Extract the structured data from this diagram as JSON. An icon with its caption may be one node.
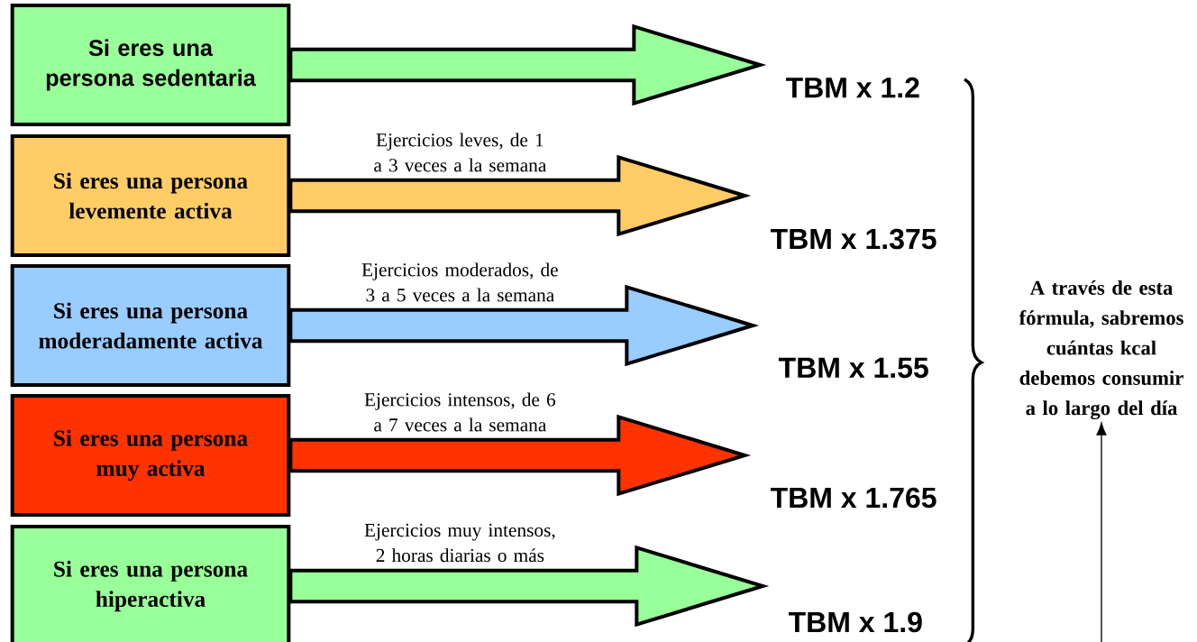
{
  "diagram": {
    "nodes": [
      {
        "text": [
          "Si eres una persona sedentaria"
        ]
      },
      {
        "text": [
          "Si eres una persona levemente activa"
        ]
      },
      {
        "text": [
          "Si eres una persona moderadamente activa"
        ]
      },
      {
        "text": [
          "Si eres una persona muy activa"
        ]
      },
      {
        "text": [
          "Si eres una persona hiperactiva"
        ]
      },
      {
        "text": [
          "TBM x 1.2"
        ]
      },
      {
        "text": [
          "TBM x 1.375"
        ]
      },
      {
        "text": [
          "TBM x 1.55"
        ]
      },
      {
        "text": [
          "TBM x 1.765"
        ]
      },
      {
        "text": [
          "TBM x 1.9"
        ]
      },
      {
        "text": [
          "A través de esta fórmula, sabremos cuántas kcal debemos consumir a lo largo del día"
        ]
      }
    ],
    "edges": [
      {
        "from": 0,
        "to": 5,
        "arrow": "to",
        "color": "#99ff99"
      },
      {
        "from": 1,
        "to": 6,
        "arrow": "to",
        "color": "#ffcc66",
        "label": "Ejercicios leves, de 1 a 3 veces a la semana"
      },
      {
        "from": 2,
        "to": 7,
        "arrow": "to",
        "color": "#99ccff",
        "label": "Ejercicios moderados, de 3 a 5 veces a la semana"
      },
      {
        "from": 3,
        "to": 8,
        "arrow": "to",
        "color": "#ff3300",
        "label": "Ejercicios intensos, de 6 a 7 veces a la semana"
      },
      {
        "from": 4,
        "to": 9,
        "arrow": "to",
        "color": "#99ff99",
        "label": "Ejercicios muy intensos, 2 horas diarias o más"
      },
      {
        "from": null,
        "to": 10,
        "arrow": "to"
      }
    ]
  }
}
